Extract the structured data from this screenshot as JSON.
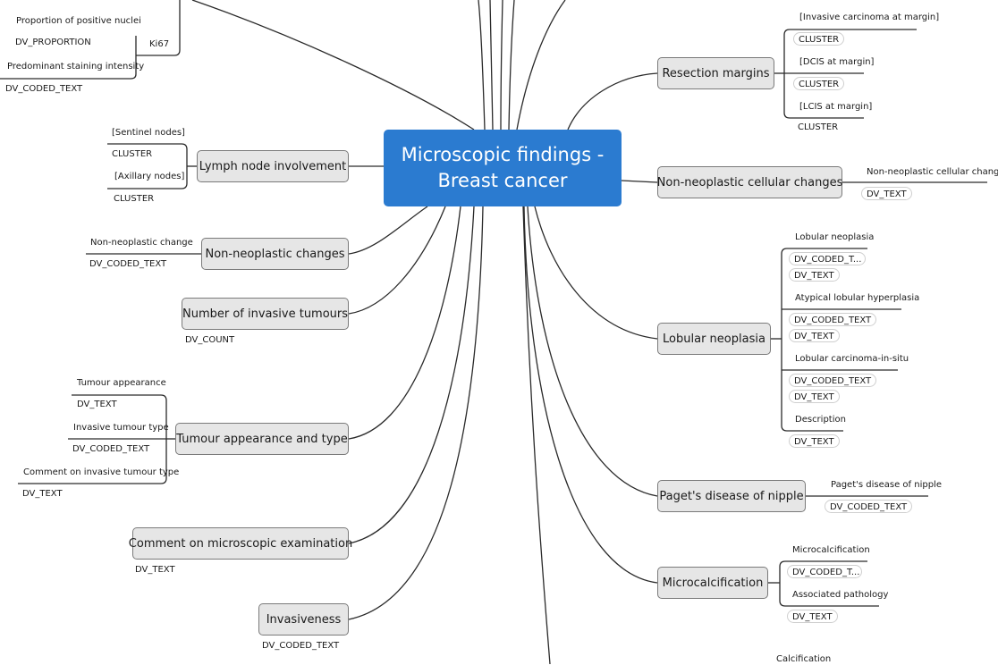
{
  "central_topic": {
    "line1": "Microscopic findings -",
    "line2": "Breast cancer"
  },
  "left_branches": {
    "ki67": {
      "label": "Ki67",
      "details": [
        {
          "name": "Proportion of positive nuclei",
          "type": "DV_PROPORTION"
        },
        {
          "name": "Predominant staining intensity",
          "type": "DV_CODED_TEXT"
        }
      ]
    },
    "lymph_node_involvement": {
      "label": "Lymph node involvement",
      "details": [
        {
          "name": "[Sentinel nodes]",
          "type": "CLUSTER"
        },
        {
          "name": "[Axillary nodes]",
          "type": "CLUSTER"
        }
      ]
    },
    "non_neoplastic_changes": {
      "label": "Non-neoplastic changes",
      "details": [
        {
          "name": "Non-neoplastic change",
          "type": "DV_CODED_TEXT"
        }
      ]
    },
    "number_of_invasive_tumours": {
      "label": "Number of invasive tumours",
      "type": "DV_COUNT"
    },
    "tumour_appearance_and_type": {
      "label": "Tumour appearance and type",
      "details": [
        {
          "name": "Tumour appearance",
          "type": "DV_TEXT"
        },
        {
          "name": "Invasive tumour type",
          "type": "DV_CODED_TEXT"
        },
        {
          "name": "Comment on invasive tumour type",
          "type": "DV_TEXT"
        }
      ]
    },
    "comment_on_microscopic_examination": {
      "label": "Comment on microscopic examination",
      "type": "DV_TEXT"
    },
    "invasiveness": {
      "label": "Invasiveness",
      "type": "DV_CODED_TEXT"
    }
  },
  "right_branches": {
    "resection_margins": {
      "label": "Resection margins",
      "details": [
        {
          "name": "[Invasive carcinoma at margin]",
          "type": "CLUSTER"
        },
        {
          "name": "[DCIS at margin]",
          "type": "CLUSTER"
        },
        {
          "name": "[LCIS at margin]",
          "type": "CLUSTER"
        }
      ]
    },
    "non_neoplastic_cellular_changes": {
      "label": "Non-neoplastic cellular changes",
      "details": [
        {
          "name": "Non-neoplastic cellular change",
          "type": "DV_TEXT"
        }
      ]
    },
    "lobular_neoplasia": {
      "label": "Lobular neoplasia",
      "details": [
        {
          "name": "Lobular neoplasia",
          "types": [
            "DV_CODED_T...",
            "DV_TEXT"
          ]
        },
        {
          "name": "Atypical lobular hyperplasia",
          "types": [
            "DV_CODED_TEXT",
            "DV_TEXT"
          ]
        },
        {
          "name": "Lobular carcinoma-in-situ",
          "types": [
            "DV_CODED_TEXT",
            "DV_TEXT"
          ]
        },
        {
          "name": "Description",
          "types": [
            "DV_TEXT"
          ]
        }
      ]
    },
    "pagets_disease_of_nipple": {
      "label": "Paget's disease of nipple",
      "details": [
        {
          "name": "Paget's disease of nipple",
          "type": "DV_CODED_TEXT"
        }
      ]
    },
    "microcalcification": {
      "label": "Microcalcification",
      "details": [
        {
          "name": "Microcalcification",
          "type": "DV_CODED_T..."
        },
        {
          "name": "Associated pathology",
          "type": "DV_TEXT"
        }
      ]
    },
    "calcification": {
      "detail_name": "Calcification"
    }
  },
  "colors": {
    "central_fill": "#2b7bd0",
    "central_text": "#ffffff",
    "node_fill": "#e6e6e6",
    "node_border": "#7a7a7a",
    "connector": "#2a2a2a"
  }
}
